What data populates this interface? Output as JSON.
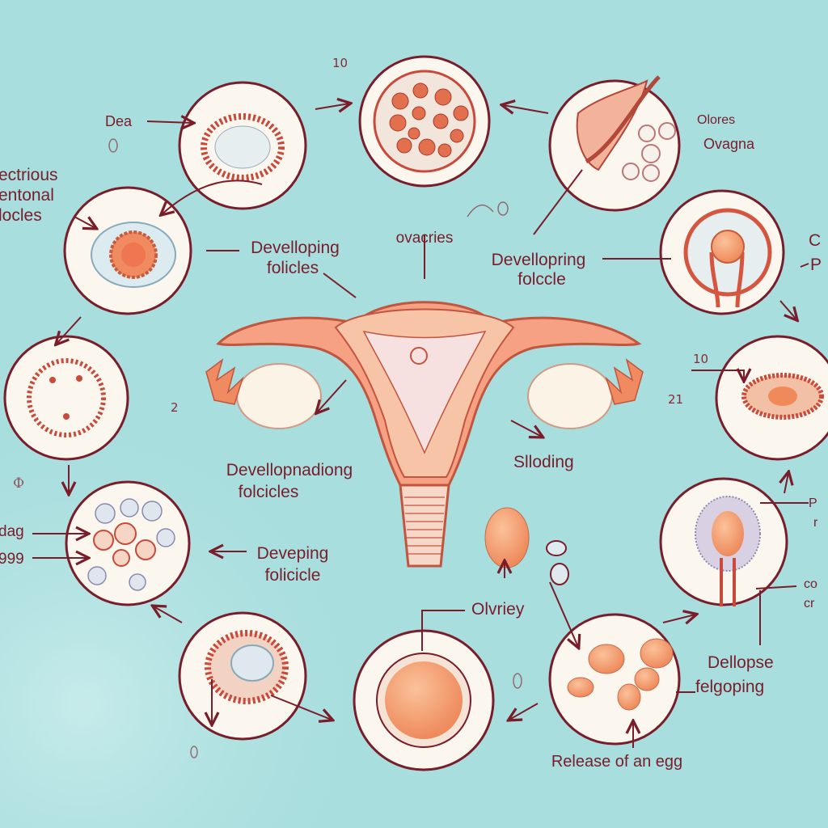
{
  "labels": {
    "dea": "Dea",
    "ten_top": "10",
    "ectrious": "ectrious",
    "entonal": "entonal",
    "locles": "locles",
    "olores": "Olores",
    "ovagna": "Ovagna",
    "ovacries": "ovacries",
    "developing_follicles_top_1": "Develloping",
    "developing_follicles_top_2": "folicles",
    "devellopring_1": "Devellopring",
    "devellopring_2": "folccle",
    "c_right": "C",
    "p_right": "P",
    "ten_right": "10",
    "two_left": "2",
    "twentyone_right": "21",
    "slloding": "Slloding",
    "devellopnadiong_1": "Devellopnadiong",
    "devellopnadiong_2": "folcicles",
    "dag": "dag",
    "year": "999",
    "deveping_1": "Deveping",
    "deveping_2": "folicicle",
    "p_right2": "P",
    "r_right2": "r",
    "co_right": "co",
    "cr_right": "cr",
    "olvriey": "Olvriey",
    "dellopse_1": "Dellopse",
    "dellopse_2": "felgoping",
    "release": "Release of an egg"
  },
  "colors": {
    "background": "#a8dede",
    "circle_fill": "#fbf7ee",
    "circle_stroke": "#7a1d2a",
    "label_text": "#7a1d2a",
    "uterus_fill": "#f8c4a8",
    "tube_fill": "#f6a084",
    "ovary_fill": "#fbf3e6",
    "egg_fill": "#f29a6e"
  }
}
